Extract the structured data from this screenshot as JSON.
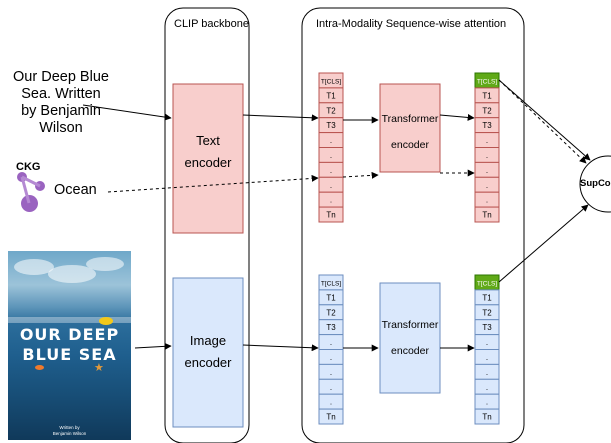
{
  "panels": {
    "clip_title": "CLIP backbone",
    "attention_title": "Intra-Modality Sequence-wise attention"
  },
  "inputs": {
    "text_caption": [
      "Our Deep Blue",
      "Sea. Written",
      "by Benjamin",
      "Wilson"
    ],
    "ckg_label": "CKG",
    "concept_word": "Ocean"
  },
  "poster": {
    "title_line1": "OUR DEEP",
    "title_line2": "BLUE SEA",
    "byline_line1": "Written by",
    "byline_line2": "Benjamin Wilson"
  },
  "encoders": {
    "text_line1": "Text",
    "text_line2": "encoder",
    "image_line1": "Image",
    "image_line2": "encoder"
  },
  "transformers": {
    "line1": "Transformer",
    "line2": "encoder"
  },
  "tokens": {
    "text_seq": [
      "T[CLS]",
      "T1",
      "T2",
      "T3",
      ".",
      ".",
      ".",
      ".",
      ".",
      "Tn"
    ],
    "image_seq": [
      "T[CLS]",
      "T1",
      "T2",
      "T3",
      ".",
      ".",
      ".",
      ".",
      ".",
      "Tn"
    ]
  },
  "output": {
    "node_label": "SupCoLA"
  },
  "colors": {
    "pink_fill": "#f8cecc",
    "pink_stroke": "#b85450",
    "blue_fill": "#dae8fc",
    "blue_stroke": "#6c8ebf",
    "green_fill": "#60a917",
    "green_stroke": "#2d7600",
    "kg_node": "#9a63c0"
  }
}
